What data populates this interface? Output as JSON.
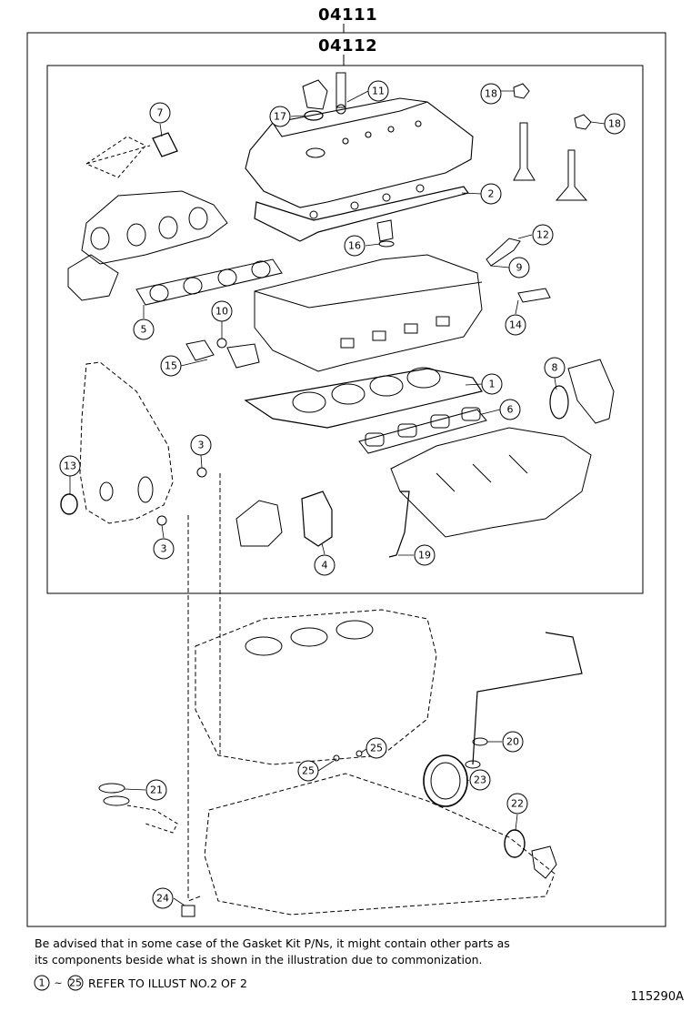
{
  "kits": {
    "outer_code": "04111",
    "inner_code": "04112"
  },
  "callouts": [
    {
      "id": "c7",
      "label": "7"
    },
    {
      "id": "c17",
      "label": "17"
    },
    {
      "id": "c11",
      "label": "11"
    },
    {
      "id": "c18a",
      "label": "18"
    },
    {
      "id": "c18b",
      "label": "18"
    },
    {
      "id": "c2",
      "label": "2"
    },
    {
      "id": "c16",
      "label": "16"
    },
    {
      "id": "c12",
      "label": "12"
    },
    {
      "id": "c9",
      "label": "9"
    },
    {
      "id": "c5",
      "label": "5"
    },
    {
      "id": "c10",
      "label": "10"
    },
    {
      "id": "c14",
      "label": "14"
    },
    {
      "id": "c15",
      "label": "15"
    },
    {
      "id": "c8",
      "label": "8"
    },
    {
      "id": "c1",
      "label": "1"
    },
    {
      "id": "c6",
      "label": "6"
    },
    {
      "id": "c3a",
      "label": "3"
    },
    {
      "id": "c13",
      "label": "13"
    },
    {
      "id": "c3b",
      "label": "3"
    },
    {
      "id": "c4",
      "label": "4"
    },
    {
      "id": "c19",
      "label": "19"
    },
    {
      "id": "c20",
      "label": "20"
    },
    {
      "id": "c25a",
      "label": "25"
    },
    {
      "id": "c25b",
      "label": "25"
    },
    {
      "id": "c23",
      "label": "23"
    },
    {
      "id": "c21",
      "label": "21"
    },
    {
      "id": "c22",
      "label": "22"
    },
    {
      "id": "c24",
      "label": "24"
    }
  ],
  "notes": {
    "line1": "Be advised that in some case of the Gasket Kit P/Ns,  it might contain other parts as",
    "line2": "its components beside what is shown in the illustration due to commonization.",
    "ref_start": "1",
    "ref_end": "25",
    "ref_tilde": "~",
    "ref_text": "REFER TO ILLUST NO.2 OF 2"
  },
  "illustration_number": "115290A"
}
